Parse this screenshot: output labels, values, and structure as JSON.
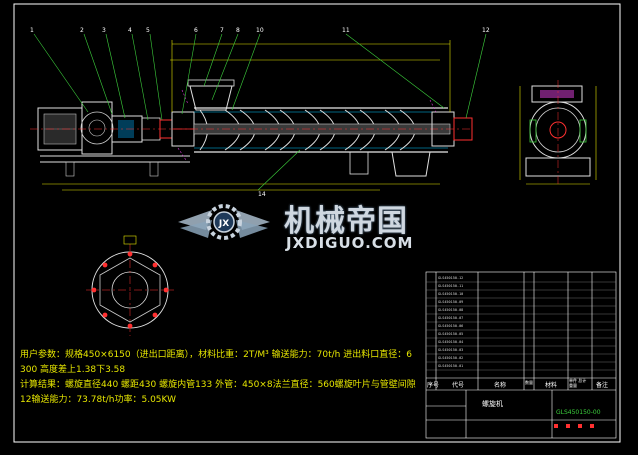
{
  "drawing": {
    "notes": [
      "用户参数：规格450×6150（进出口距离），材料比重：2T/M³ 输送能力：70t/h 进出料口直径：6",
      "300 高度差上1.38下3.58",
      "计算结果：螺旋直径440 螺距430 螺旋内管133 外管：450×8法兰直径：560螺旋叶片与管壁间隙",
      "12输送能力：73.78t/h功率：5.05KW"
    ],
    "callouts": [
      "1",
      "2",
      "3",
      "4",
      "5",
      "6",
      "7",
      "8",
      "10",
      "11",
      "12",
      "14"
    ],
    "watermark": {
      "badge": "JX",
      "name": "机械帝国",
      "url": "JXDIGUO.COM"
    }
  },
  "title_block": {
    "header_columns": [
      "序号",
      "代号",
      "名称",
      "数量",
      "材料",
      "单件 总计 重量",
      "备注"
    ],
    "title": "螺旋机",
    "drawing_no": "GLS450150-00"
  }
}
